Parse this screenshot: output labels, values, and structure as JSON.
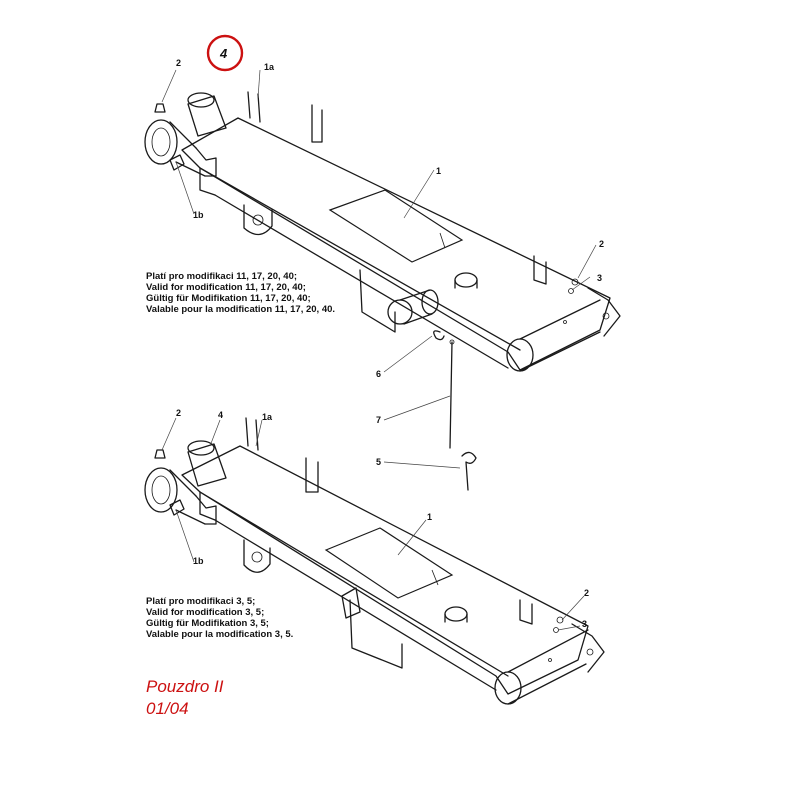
{
  "accent_color": "#cc1111",
  "upper_assembly": {
    "callouts": {
      "c2": "2",
      "c4": "4",
      "c1a": "1a",
      "c1b": "1b",
      "c1": "1",
      "c2b": "2",
      "c3": "3",
      "c6": "6",
      "c7": "7",
      "c5": "5"
    },
    "note": [
      "Platí pro modifikaci 11, 17, 20, 40;",
      "Valid for modification 11, 17, 20, 40;",
      "Gültig für Modifikation 11, 17, 20, 40;",
      "Valable pour la modification 11, 17, 20, 40."
    ]
  },
  "lower_assembly": {
    "callouts": {
      "c2": "2",
      "c4": "4",
      "c1a": "1a",
      "c1b": "1b",
      "c1": "1",
      "c2b": "2",
      "c3": "3"
    },
    "note": [
      "Platí pro modifikaci 3, 5;",
      "Valid for modification 3, 5;",
      "Gültig für Modifikation 3, 5;",
      "Valable pour la modification 3, 5."
    ]
  },
  "stamp": {
    "title": "Pouzdro II",
    "date": "01/04"
  }
}
